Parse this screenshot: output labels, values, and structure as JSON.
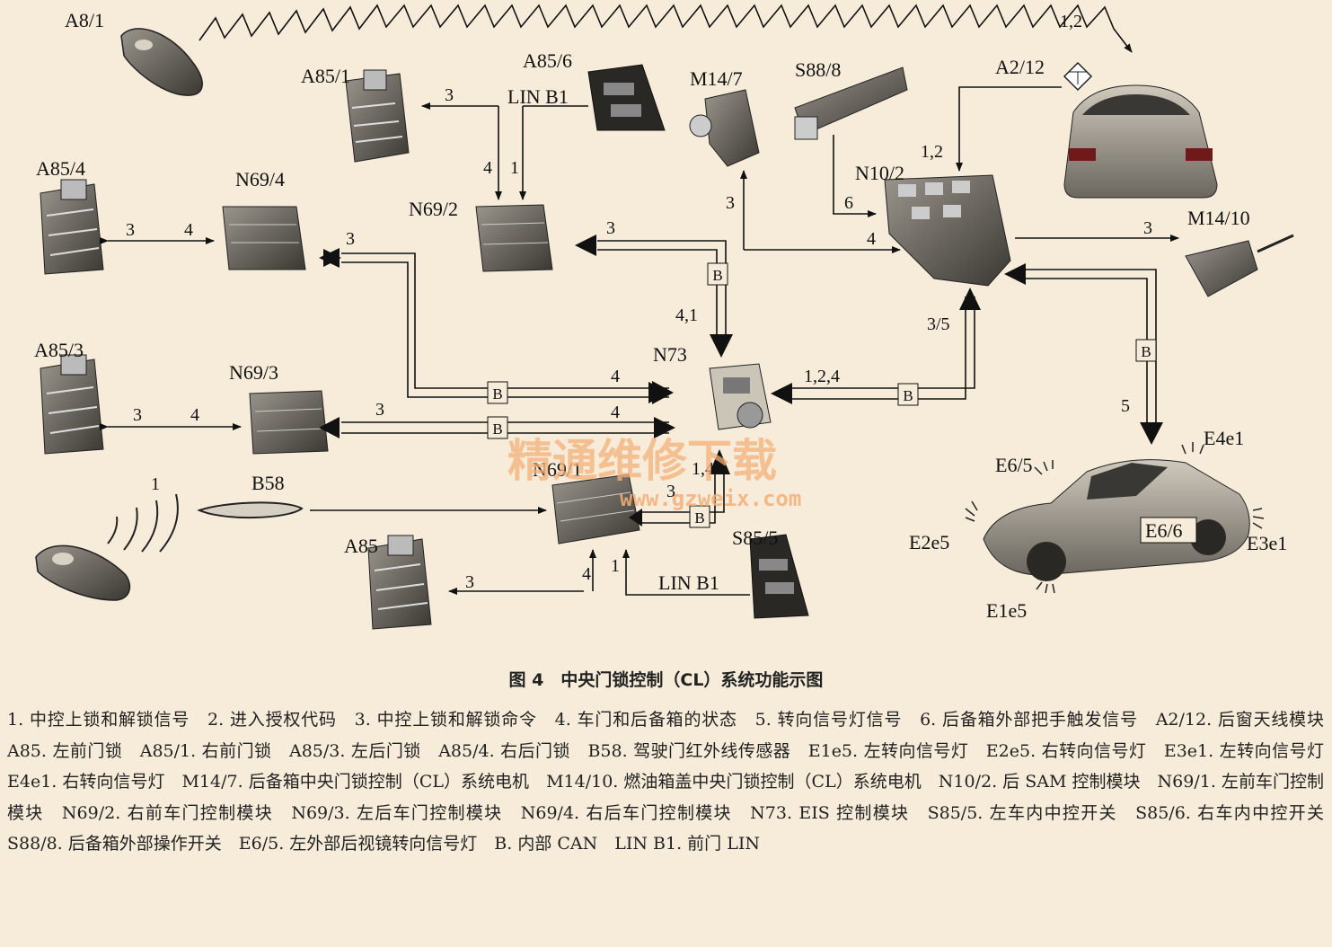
{
  "components": {
    "a8_1": "A8/1",
    "a85_1": "A85/1",
    "a85_6": "A85/6",
    "lin_b1_top": "LIN B1",
    "m14_7": "M14/7",
    "s88_8": "S88/8",
    "a2_12": "A2/12",
    "a85_4": "A85/4",
    "n69_4": "N69/4",
    "n69_2": "N69/2",
    "n10_2": "N10/2",
    "m14_10": "M14/10",
    "a85_3": "A85/3",
    "n69_3": "N69/3",
    "n73": "N73",
    "b58": "B58",
    "n69_1": "N69/1",
    "a85": "A85",
    "s85_5": "S85/5",
    "lin_b1_bottom": "LIN B1",
    "e6_5": "E6/5",
    "e4e1": "E4e1",
    "e2e5": "E2e5",
    "e6_6": "E6/6",
    "e3e1": "E3e1",
    "e1e5": "E1e5"
  },
  "signals": {
    "s_12_top": "1,2",
    "s_3_a85_1": "3",
    "s_4_n69_2": "4",
    "s_1_n69_2": "1",
    "s_3_n69_4_a85_4": "3",
    "s_4_n69_4_a85_4": "4",
    "s_3_to_n69_4": "3",
    "s_3_to_n69_2": "3",
    "s_3_m14_7": "3",
    "s_4_to_n10_2": "4",
    "s_6": "6",
    "s_12_n10_2": "1,2",
    "s_3_m14_10": "3",
    "s_41": "4,1",
    "s_35": "3/5",
    "s_5": "5",
    "s_4_bus1": "4",
    "s_3_bus2": "3",
    "s_4_bus2": "4",
    "s_124": "1,2,4",
    "s_3_n69_3_a85_3": "3",
    "s_4_n69_3_a85_3": "4",
    "s_1_rf": "1",
    "s_14": "1,4",
    "s_3_n69_1": "3",
    "s_3_a85": "3",
    "s_4_a85": "4",
    "s_1_s85_5": "1",
    "bus_b": "B"
  },
  "watermark": {
    "title": "精通维修下载",
    "url": "www.gzweix.com"
  },
  "caption": "图 4　中央门锁控制（CL）系统功能示图",
  "legend": "1. 中控上锁和解锁信号　2. 进入授权代码　3. 中控上锁和解锁命令　4. 车门和后备箱的状态　5. 转向信号灯信号　6. 后备箱外部把手触发信号　A2/12. 后窗天线模块　A85. 左前门锁　A85/1. 右前门锁　A85/3. 左后门锁　A85/4. 右后门锁　B58. 驾驶门红外线传感器　E1e5. 左转向信号灯　E2e5. 右转向信号灯　E3e1. 左转向信号灯　E4e1. 右转向信号灯　M14/7. 后备箱中央门锁控制（CL）系统电机　M14/10. 燃油箱盖中央门锁控制（CL）系统电机　N10/2. 后 SAM 控制模块　N69/1. 左前车门控制模块　N69/2. 右前车门控制模块　N69/3. 左后车门控制模块　N69/4. 右后车门控制模块　N73. EIS 控制模块　S85/5. 左车内中控开关　S85/6. 右车内中控开关　S88/8. 后备箱外部操作开关　E6/5. 左外部后视镜转向信号灯　B. 内部 CAN　LIN B1. 前门 LIN"
}
